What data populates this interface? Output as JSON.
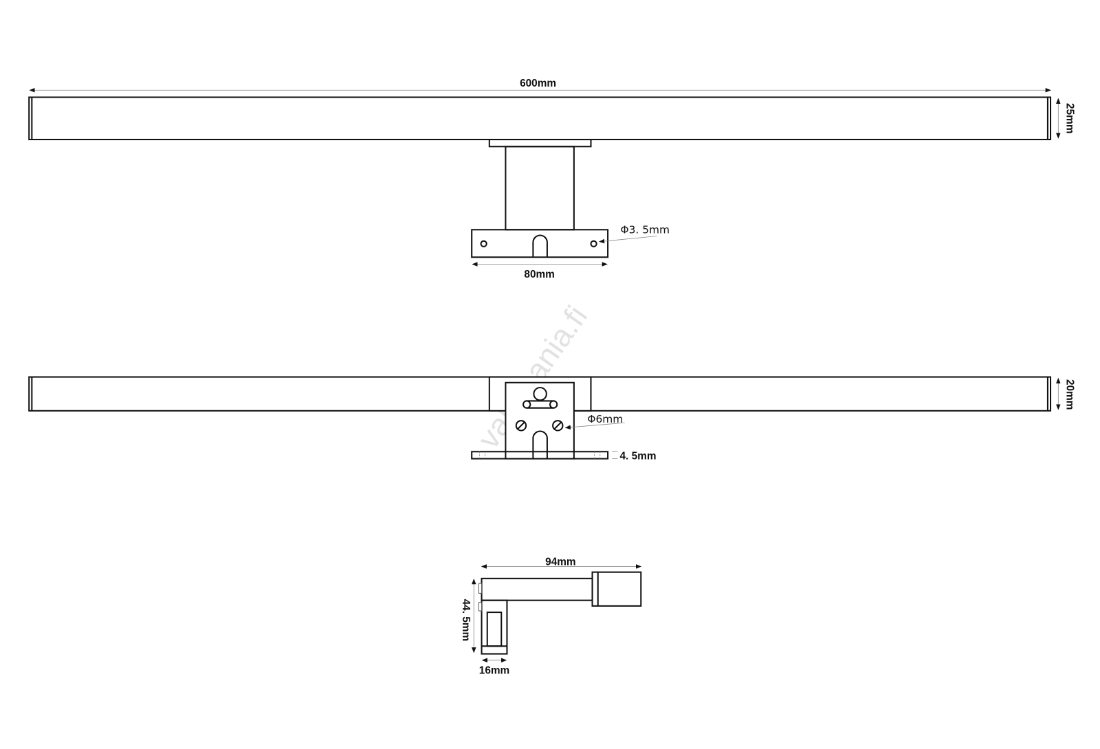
{
  "watermark": "valomania.fi",
  "front_view": {
    "length_label": "600mm",
    "height_label": "25mm",
    "hole_label": "Φ3. 5mm",
    "plate_width_label": "80mm"
  },
  "top_view": {
    "height_label": "20mm",
    "screw_label": "Φ6mm",
    "plate_thickness_label": "4. 5mm"
  },
  "side_view": {
    "depth_label": "94mm",
    "height_label": "44. 5mm",
    "width_label": "16mm"
  },
  "colors": {
    "line": "#111111",
    "watermark": "#cfcfcf"
  }
}
